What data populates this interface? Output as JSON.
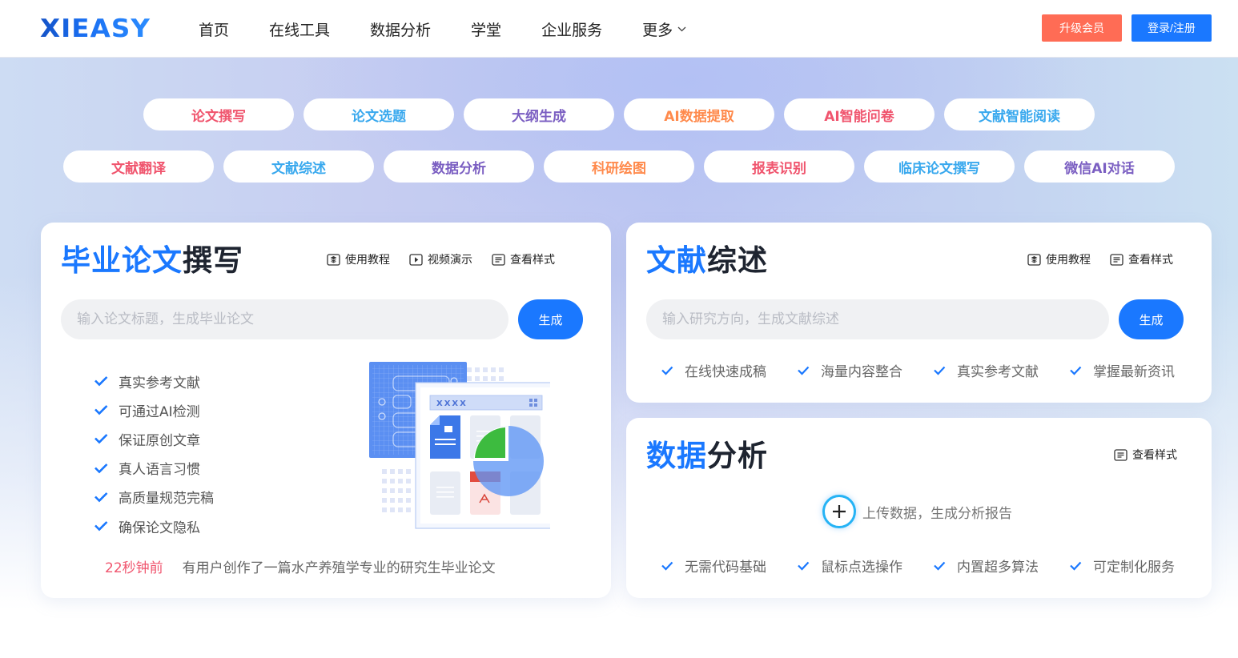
{
  "header": {
    "logo": "XIEASY",
    "nav": [
      {
        "label": "首页"
      },
      {
        "label": "在线工具"
      },
      {
        "label": "数据分析"
      },
      {
        "label": "学堂"
      },
      {
        "label": "企业服务"
      },
      {
        "label": "更多",
        "chevron": "⌄"
      }
    ],
    "upgrade_label": "升级会员",
    "login_label": "登录/注册"
  },
  "chips": {
    "row1": [
      {
        "label": "论文撰写",
        "color": "#f0556e"
      },
      {
        "label": "论文选题",
        "color": "#3aa9ee"
      },
      {
        "label": "大纲生成",
        "color": "#7b5fc2"
      },
      {
        "label": "AI数据提取",
        "color": "#ff8a4c"
      },
      {
        "label": "AI智能问卷",
        "color": "#f0556e"
      },
      {
        "label": "文献智能阅读",
        "color": "#3aa9ee"
      }
    ],
    "row2": [
      {
        "label": "文献翻译",
        "color": "#f0556e"
      },
      {
        "label": "文献综述",
        "color": "#3aa9ee"
      },
      {
        "label": "数据分析",
        "color": "#7b5fc2"
      },
      {
        "label": "科研绘图",
        "color": "#ff8a4c"
      },
      {
        "label": "报表识别",
        "color": "#f0556e"
      },
      {
        "label": "临床论文撰写",
        "color": "#3aa9ee"
      },
      {
        "label": "微信AI对话",
        "color": "#7b5fc2"
      }
    ]
  },
  "thesis": {
    "title_highlight": "毕业论文",
    "title_rest": "撰写",
    "links": [
      {
        "label": "使用教程",
        "icon": "tutorial-icon"
      },
      {
        "label": "视频演示",
        "icon": "play-icon"
      },
      {
        "label": "查看样式",
        "icon": "document-icon"
      }
    ],
    "input_placeholder": "输入论文标题，生成毕业论文",
    "input_value": "",
    "generate_label": "生成",
    "features": [
      "真实参考文献",
      "可通过AI检测",
      "保证原创文章",
      "真人语言习惯",
      "高质量规范完稿",
      "确保论文隐私"
    ],
    "activity_time": "22秒钟前",
    "activity_message": "有用户创作了一篇水产养殖学专业的研究生毕业论文",
    "illustration_label": "XXXX"
  },
  "review": {
    "title_highlight": "文献",
    "title_rest": "综述",
    "links": [
      {
        "label": "使用教程",
        "icon": "tutorial-icon"
      },
      {
        "label": "查看样式",
        "icon": "document-icon"
      }
    ],
    "input_placeholder": "输入研究方向，生成文献综述",
    "input_value": "",
    "generate_label": "生成",
    "features": [
      "在线快速成稿",
      "海量内容整合",
      "真实参考文献",
      "掌握最新资讯"
    ]
  },
  "data_analysis": {
    "title_highlight": "数据",
    "title_rest": "分析",
    "links": [
      {
        "label": "查看样式",
        "icon": "document-icon"
      }
    ],
    "upload_label": "上传数据，生成分析报告",
    "features": [
      "无需代码基础",
      "鼠标点选操作",
      "内置超多算法",
      "可定制化服务"
    ]
  },
  "colors": {
    "brand_blue": "#1a78ff",
    "upgrade_orange": "#ff6c55",
    "activity_red": "#f0556e"
  }
}
